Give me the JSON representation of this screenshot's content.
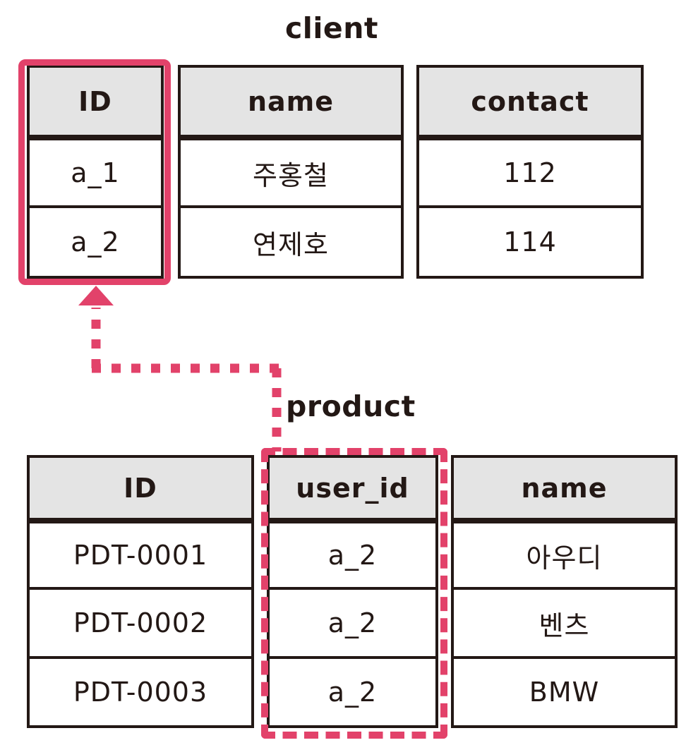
{
  "diagram": {
    "kind": "entity-relationship-table-diagram",
    "accent_color": "#e2426a",
    "line_color": "#231815",
    "header_fill": "#e4e4e4",
    "page_fill": "#ffffff"
  },
  "client": {
    "title": "client",
    "columns": [
      "ID",
      "name",
      "contact"
    ],
    "rows": [
      {
        "ID": "a_1",
        "name": "주홍철",
        "contact": "112"
      },
      {
        "ID": "a_2",
        "name": "연제호",
        "contact": "114"
      }
    ],
    "primary_key_column": "ID",
    "highlight_style": "solid"
  },
  "product": {
    "title": "product",
    "columns": [
      "ID",
      "user_id",
      "name"
    ],
    "rows": [
      {
        "ID": "PDT-0001",
        "user_id": "a_2",
        "name": "아우디"
      },
      {
        "ID": "PDT-0002",
        "user_id": "a_2",
        "name": "벤츠"
      },
      {
        "ID": "PDT-0003",
        "user_id": "a_2",
        "name": "BMW"
      }
    ],
    "foreign_key_column": "user_id",
    "highlight_style": "dashed"
  },
  "relationship": {
    "from": "product.user_id",
    "to": "client.ID",
    "line_style": "dashed",
    "arrow": "up"
  }
}
